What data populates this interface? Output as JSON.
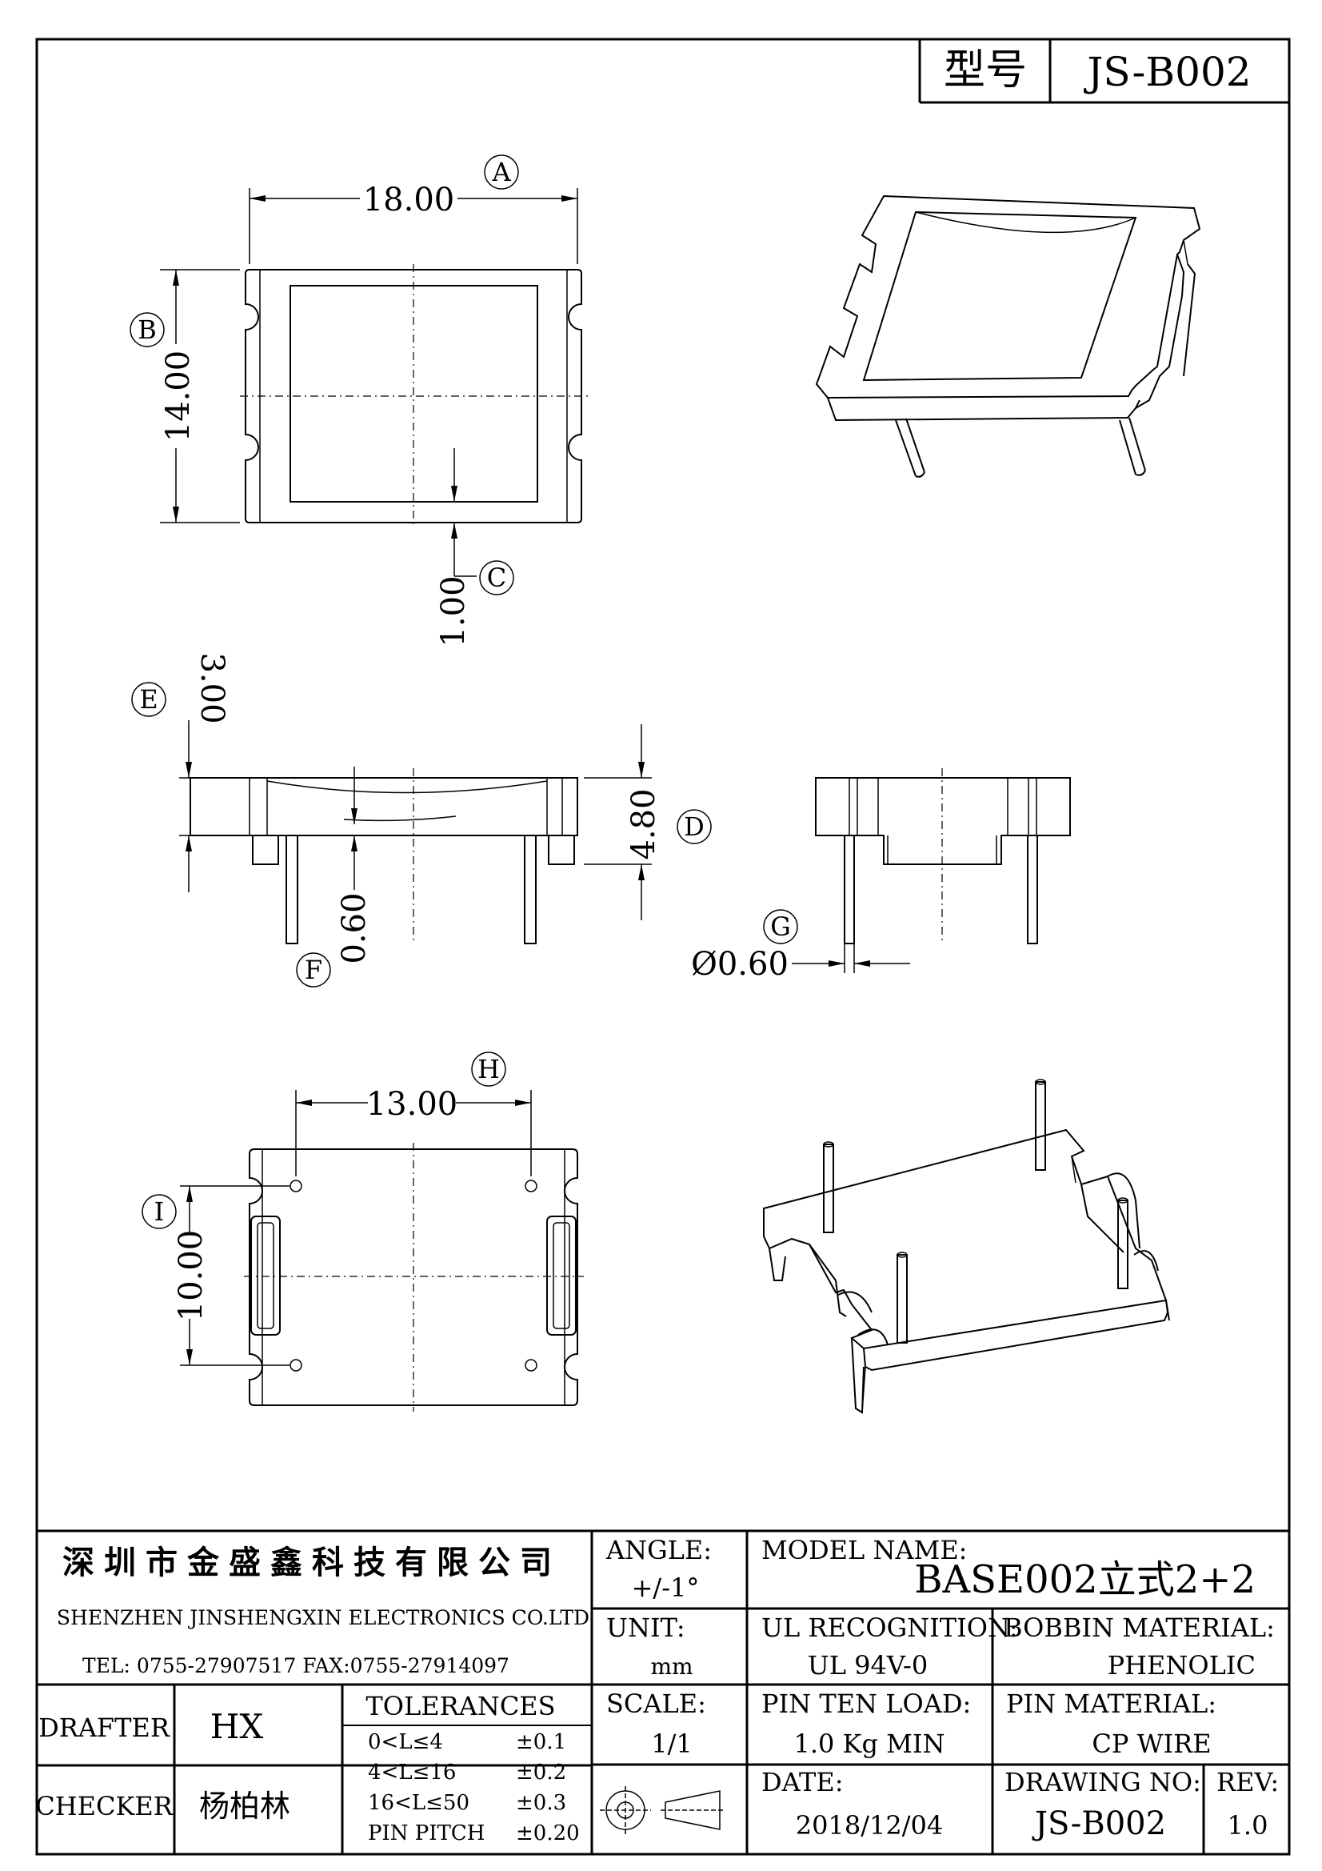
{
  "header": {
    "model_label": "型号",
    "model_value": "JS-B002"
  },
  "dimensions": {
    "A": {
      "circle": "A",
      "value": "18.00"
    },
    "B": {
      "circle": "B",
      "value": "14.00"
    },
    "C": {
      "circle": "C",
      "value": "1.00"
    },
    "D": {
      "circle": "D",
      "value": "4.80"
    },
    "E": {
      "circle": "E",
      "value": "3.00"
    },
    "F": {
      "circle": "F",
      "value": "0.60"
    },
    "G": {
      "circle": "G",
      "value": "Ø0.60"
    },
    "H": {
      "circle": "H",
      "value": "13.00"
    },
    "I": {
      "circle": "I",
      "value": "10.00"
    }
  },
  "title_block": {
    "company_cn": "深圳市金盛鑫科技有限公司",
    "company_en": "SHENZHEN JINSHENGXIN ELECTRONICS CO.LTD",
    "contact": "TEL: 0755-27907517 FAX:0755-27914097",
    "angle_label": "ANGLE:",
    "angle_value": "+/-1°",
    "model_name_label": "MODEL NAME:",
    "model_name_value": "BASE002立式2+2",
    "unit_label": "UNIT:",
    "unit_value": "mm",
    "ul_label": "UL RECOGNITION:",
    "ul_value": "UL 94V-0",
    "bobbin_label": "BOBBIN MATERIAL:",
    "bobbin_value": "PHENOLIC",
    "drafter_label": "DRAFTER",
    "drafter_value": "HX",
    "tolerances_label": "TOLERANCES",
    "tolerances": [
      {
        "range": "0<L≤4",
        "value": "±0.1"
      },
      {
        "range": "4<L≤16",
        "value": "±0.2"
      },
      {
        "range": "16<L≤50",
        "value": "±0.3"
      },
      {
        "range": "PIN PITCH",
        "value": "±0.20"
      }
    ],
    "scale_label": "SCALE:",
    "scale_value": "1/1",
    "pin_load_label": "PIN TEN LOAD:",
    "pin_load_value": "1.0 Kg MIN",
    "pin_material_label": "PIN MATERIAL:",
    "pin_material_value": "CP WIRE",
    "checker_label": "CHECKER",
    "checker_value": "杨柏林",
    "date_label": "DATE:",
    "date_value": "2018/12/04",
    "drawing_no_label": "DRAWING NO:",
    "drawing_no_value": "JS-B002",
    "rev_label": "REV:",
    "rev_value": "1.0"
  }
}
